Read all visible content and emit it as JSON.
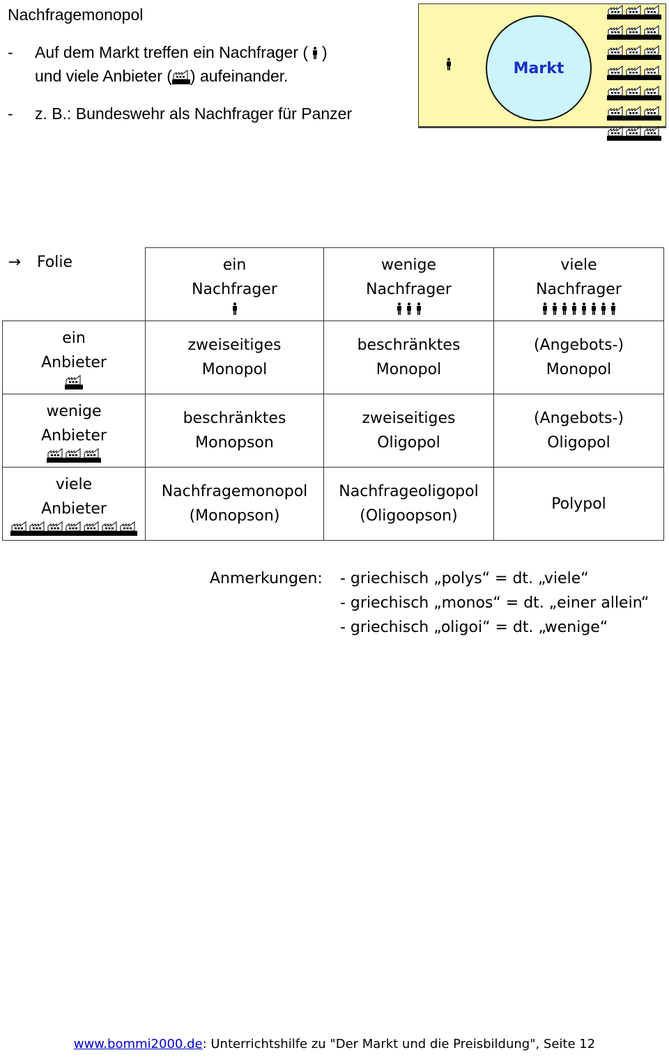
{
  "intro": {
    "title": "Nachfragemonopol",
    "bullet1_dash": "-",
    "bullet1_line1a": "Auf dem Markt treffen ein Nachfrager (",
    "bullet1_line1b": ")",
    "bullet1_line2a": "und viele Anbieter (",
    "bullet1_line2b": ") aufeinander.",
    "bullet2_dash": "-",
    "bullet2": "z. B.: Bundeswehr als Nachfrager für Panzer"
  },
  "diagram": {
    "market_label": "Markt",
    "colors": {
      "background": "#fdf8ad",
      "circle": "#ccf5fb",
      "label": "#1a2fc8"
    },
    "factory_count": 21,
    "person_count": 1
  },
  "table": {
    "corner_arrow": "→",
    "corner_label": "Folie",
    "columns": [
      {
        "l1": "ein",
        "l2": "Nachfrager",
        "persons": 1
      },
      {
        "l1": "wenige",
        "l2": "Nachfrager",
        "persons": 3
      },
      {
        "l1": "viele",
        "l2": "Nachfrager",
        "persons": 8
      }
    ],
    "rows": [
      {
        "l1": "ein",
        "l2": "Anbieter",
        "factories": 1,
        "cells": [
          [
            "zweiseitiges",
            "Monopol"
          ],
          [
            "beschränktes",
            "Monopol"
          ],
          [
            "(Angebots-)",
            "Monopol"
          ]
        ]
      },
      {
        "l1": "wenige",
        "l2": "Anbieter",
        "factories": 3,
        "cells": [
          [
            "beschränktes",
            "Monopson"
          ],
          [
            "zweiseitiges",
            "Oligopol"
          ],
          [
            "(Angebots-)",
            "Oligopol"
          ]
        ]
      },
      {
        "l1": "viele",
        "l2": "Anbieter",
        "factories": 7,
        "cells": [
          [
            "Nachfragemonopol",
            "(Monopson)"
          ],
          [
            "Nachfrageoligopol",
            "(Oligoopson)"
          ],
          [
            "Polypol",
            ""
          ]
        ]
      }
    ]
  },
  "notes": {
    "label": "Anmerkungen:",
    "items": [
      "-  griechisch „polys“ = dt. „viele“",
      "-  griechisch „monos“ = dt. „einer allein“",
      "-  griechisch „oligoi“ = dt. „wenige“"
    ]
  },
  "footer": {
    "link": "www.bommi2000.de",
    "text": ": Unterrichtshilfe zu \"Der Markt und die Preisbildung\", Seite 12"
  }
}
